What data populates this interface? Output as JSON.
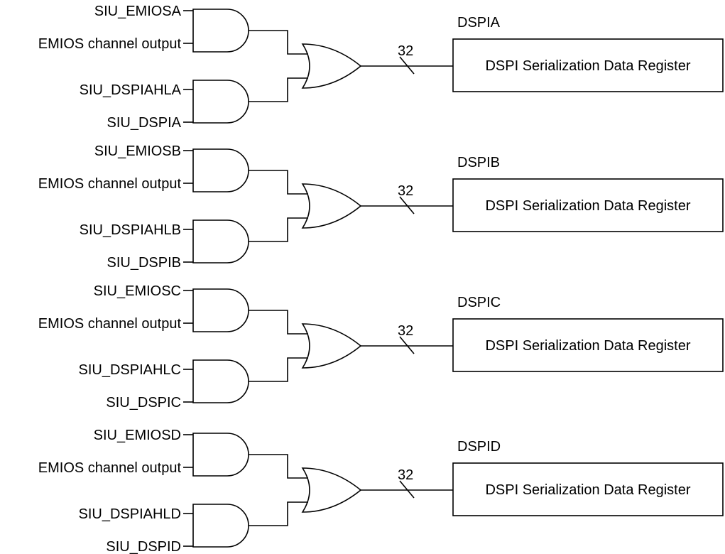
{
  "channels": [
    {
      "in1": "SIU_EMIOSA",
      "in2": "EMIOS channel output",
      "in3": "SIU_DSPIAHLA",
      "in4": "SIU_DSPIA",
      "bus_width": "32",
      "module": "DSPIA",
      "register": "DSPI Serialization Data Register"
    },
    {
      "in1": "SIU_EMIOSB",
      "in2": "EMIOS channel output",
      "in3": "SIU_DSPIAHLB",
      "in4": "SIU_DSPIB",
      "bus_width": "32",
      "module": "DSPIB",
      "register": "DSPI Serialization Data Register"
    },
    {
      "in1": "SIU_EMIOSC",
      "in2": "EMIOS channel output",
      "in3": "SIU_DSPIAHLC",
      "in4": "SIU_DSPIC",
      "bus_width": "32",
      "module": "DSPIC",
      "register": "DSPI Serialization Data Register"
    },
    {
      "in1": "SIU_EMIOSD",
      "in2": "EMIOS channel output",
      "in3": "SIU_DSPIAHLD",
      "in4": "SIU_DSPID",
      "bus_width": "32",
      "module": "DSPID",
      "register": "DSPI Serialization Data Register"
    }
  ]
}
